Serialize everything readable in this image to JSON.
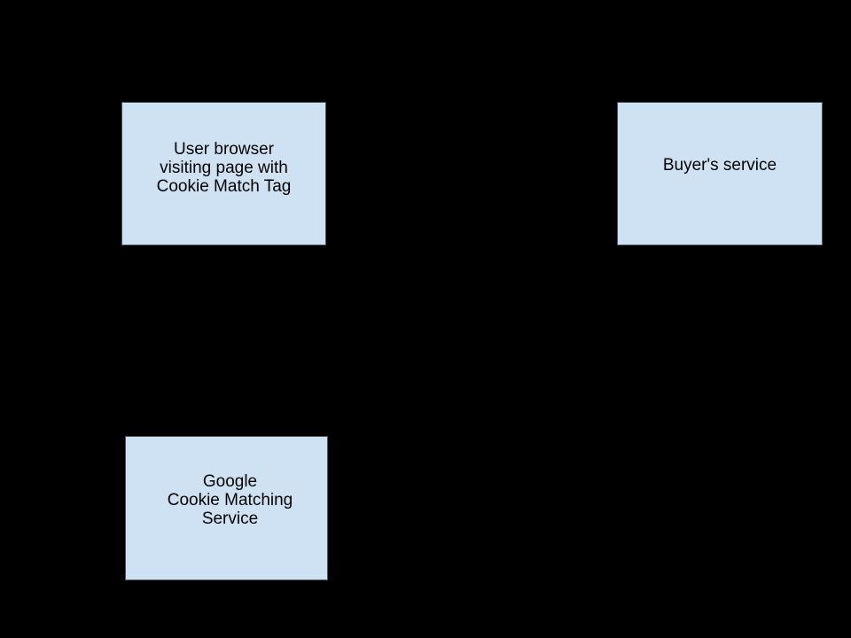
{
  "canvas": {
    "background_color": "#000000",
    "node_fill_color": "#cfe2f3",
    "node_border_color": "#49545f",
    "node_text_color": "#000000"
  },
  "nodes": {
    "user_browser": {
      "label": "User browser\nvisiting page with\nCookie Match Tag"
    },
    "buyers_service": {
      "label": "Buyer's service"
    },
    "google_cookie_matching": {
      "label": "Google\nCookie Matching\nService"
    }
  }
}
